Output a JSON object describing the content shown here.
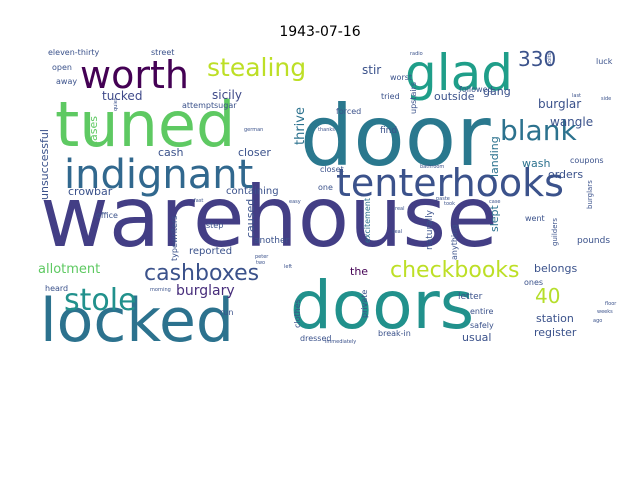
{
  "title": "1943-07-16",
  "words": [
    {
      "text": "warehouse",
      "c": "#433e85"
    },
    {
      "text": "door",
      "c": "#2a788e"
    },
    {
      "text": "tuned",
      "c": "#5ec962"
    },
    {
      "text": "doors",
      "c": "#21918c"
    },
    {
      "text": "locked",
      "c": "#2c728e"
    },
    {
      "text": "indignant",
      "c": "#31688e"
    },
    {
      "text": "glad",
      "c": "#1f9e89"
    },
    {
      "text": "worth",
      "c": "#440154"
    },
    {
      "text": "tenterhooks",
      "c": "#3b528b"
    },
    {
      "text": "stealing",
      "c": "#bddf26"
    },
    {
      "text": "blank",
      "c": "#2c728e"
    },
    {
      "text": "stole",
      "c": "#21918c"
    },
    {
      "text": "cashboxes",
      "c": "#3b528b"
    },
    {
      "text": "checkbooks",
      "c": "#bddf26"
    },
    {
      "text": "330",
      "c": "#3b528b"
    },
    {
      "text": "40",
      "c": "#b5de2b"
    },
    {
      "text": "burglary",
      "c": "#472d7b"
    },
    {
      "text": "allotment",
      "c": "#5ec962"
    },
    {
      "text": "unsuccessful",
      "c": "#3b528b"
    },
    {
      "text": "tucked",
      "c": "#3e4989"
    },
    {
      "text": "sicily",
      "c": "#3e4989"
    },
    {
      "text": "cash",
      "c": "#3b528b"
    },
    {
      "text": "closer",
      "c": "#3b528b"
    },
    {
      "text": "thrive",
      "c": "#2c728e"
    },
    {
      "text": "stir",
      "c": "#3b528b"
    },
    {
      "text": "outside",
      "c": "#3b528b"
    },
    {
      "text": "burglar",
      "c": "#3b528b"
    },
    {
      "text": "wangle",
      "c": "#3b528b"
    },
    {
      "text": "gang",
      "c": "#3b528b"
    },
    {
      "text": "orders",
      "c": "#3b528b"
    },
    {
      "text": "wash",
      "c": "#2c728e"
    },
    {
      "text": "slept",
      "c": "#2c728e"
    },
    {
      "text": "landing",
      "c": "#2c728e"
    },
    {
      "text": "belongs",
      "c": "#3b528b"
    },
    {
      "text": "station",
      "c": "#3b528b"
    },
    {
      "text": "register",
      "c": "#3b528b"
    },
    {
      "text": "usual",
      "c": "#3b528b"
    },
    {
      "text": "crowbar",
      "c": "#3b528b"
    },
    {
      "text": "caused",
      "c": "#3b528b"
    },
    {
      "text": "cases",
      "c": "#5ec962"
    },
    {
      "text": "the",
      "c": "#440154"
    },
    {
      "text": "containing",
      "c": "#3b528b"
    },
    {
      "text": "reported",
      "c": "#3b528b"
    },
    {
      "text": "another",
      "c": "#3b528b"
    },
    {
      "text": "eleven-thirty",
      "c": "#3b528b"
    },
    {
      "text": "street",
      "c": "#3b528b"
    },
    {
      "text": "worst",
      "c": "#3b528b"
    },
    {
      "text": "forced",
      "c": "#3b528b"
    },
    {
      "text": "tried",
      "c": "#3b528b"
    },
    {
      "text": "upstairs",
      "c": "#3b528b"
    },
    {
      "text": "excitement",
      "c": "#2c728e"
    },
    {
      "text": "followed",
      "c": "#3b528b"
    },
    {
      "text": "find",
      "c": "#3b528b"
    },
    {
      "text": "coupons",
      "c": "#3b528b"
    },
    {
      "text": "closet",
      "c": "#3b528b"
    },
    {
      "text": "one",
      "c": "#3b528b"
    },
    {
      "text": "private",
      "c": "#3b528b"
    },
    {
      "text": "naturally",
      "c": "#3b528b"
    },
    {
      "text": "anything",
      "c": "#3b528b"
    },
    {
      "text": "went",
      "c": "#3b528b"
    },
    {
      "text": "pounds",
      "c": "#3b528b"
    },
    {
      "text": "ones",
      "c": "#3b528b"
    },
    {
      "text": "letter",
      "c": "#3b528b"
    },
    {
      "text": "entire",
      "c": "#3b528b"
    },
    {
      "text": "safely",
      "c": "#3b528b"
    },
    {
      "text": "break-in",
      "c": "#3b528b"
    },
    {
      "text": "dressed",
      "c": "#3b528b"
    },
    {
      "text": "clothes",
      "c": "#3b528b"
    },
    {
      "text": "run",
      "c": "#3b528b"
    },
    {
      "text": "heard",
      "c": "#3b528b"
    },
    {
      "text": "office",
      "c": "#3b528b"
    },
    {
      "text": "typewriters",
      "c": "#3b528b"
    },
    {
      "text": "step",
      "c": "#3b528b"
    },
    {
      "text": "attempt",
      "c": "#3b528b"
    },
    {
      "text": "sugar",
      "c": "#3b528b"
    },
    {
      "text": "open",
      "c": "#3b528b"
    },
    {
      "text": "away",
      "c": "#3b528b"
    },
    {
      "text": "luck",
      "c": "#3b528b"
    },
    {
      "text": "guilders",
      "c": "#3b528b"
    },
    {
      "text": "burglars",
      "c": "#3b528b"
    },
    {
      "text": "radio",
      "c": "#3b528b"
    },
    {
      "text": "thanks",
      "c": "#3b528b"
    },
    {
      "text": "german",
      "c": "#3b528b"
    },
    {
      "text": "bathroom",
      "c": "#3b528b"
    },
    {
      "text": "immediately",
      "c": "#3b528b"
    },
    {
      "text": "bolts",
      "c": "#3b528b"
    },
    {
      "text": "quiet",
      "c": "#3b528b"
    },
    {
      "text": "easy",
      "c": "#3b528b"
    },
    {
      "text": "paste",
      "c": "#3b528b"
    },
    {
      "text": "case",
      "c": "#3b528b"
    },
    {
      "text": "ago",
      "c": "#3b528b"
    },
    {
      "text": "weeks",
      "c": "#3b528b"
    },
    {
      "text": "floor",
      "c": "#3b528b"
    },
    {
      "text": "real",
      "c": "#3b528b"
    },
    {
      "text": "seal",
      "c": "#3b528b"
    },
    {
      "text": "last",
      "c": "#3b528b"
    },
    {
      "text": "two",
      "c": "#3b528b"
    },
    {
      "text": "fast",
      "c": "#3b528b"
    },
    {
      "text": "peter",
      "c": "#3b528b"
    },
    {
      "text": "left",
      "c": "#3b528b"
    },
    {
      "text": "morning",
      "c": "#3b528b"
    },
    {
      "text": "took",
      "c": "#3b528b"
    },
    {
      "text": "side",
      "c": "#3b528b"
    }
  ]
}
